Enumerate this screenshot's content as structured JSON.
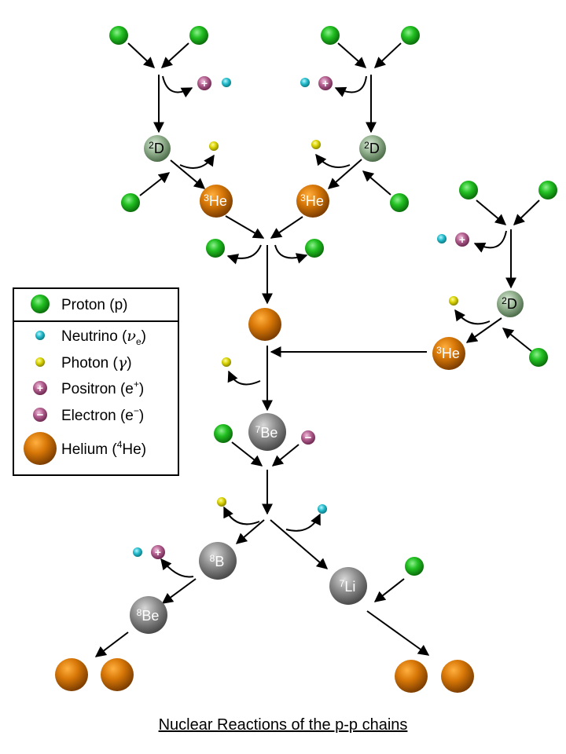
{
  "title": "Nuclear Reactions of the p-p chains",
  "legend": {
    "proton": "Proton (p)",
    "neutrino": "Neutrino (",
    "neutrino_symbol": "ν",
    "neutrino_sub": "e",
    "photon": "Photon (",
    "photon_symbol": "γ",
    "positron": "Positron (e",
    "positron_sup": "+",
    "electron": "Electron (e",
    "electron_sup": "−",
    "helium": "Helium (",
    "helium_sup": "4",
    "helium_tail": "He)",
    "close": ")"
  },
  "nuclei": {
    "deuterium": {
      "mass": "2",
      "symbol": "D"
    },
    "helium3": {
      "mass": "3",
      "symbol": "He"
    },
    "beryllium7": {
      "mass": "7",
      "symbol": "Be"
    },
    "boron8": {
      "mass": "8",
      "symbol": "B"
    },
    "beryllium8": {
      "mass": "8",
      "symbol": "Be"
    },
    "lithium7": {
      "mass": "7",
      "symbol": "Li"
    }
  },
  "colors": {
    "proton": "#1aa31a",
    "neutrino": "#1fb5c4",
    "photon": "#c9c400",
    "positron": "#b05a8a",
    "helium": "#d6780a",
    "deuterium": "#8fae8a",
    "heavy": "#8a8a8a"
  }
}
